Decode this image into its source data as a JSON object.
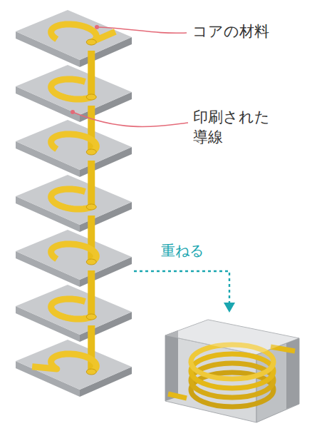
{
  "diagram": {
    "labels": [
      "コアの材料",
      "印刷された 導線",
      "重ねる"
    ]
  }
}
